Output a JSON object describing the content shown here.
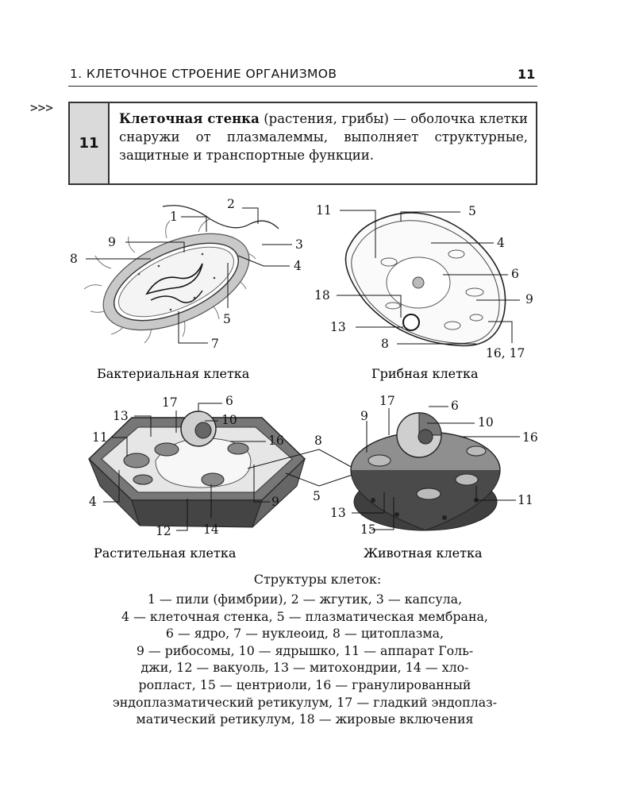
{
  "header": {
    "title": "1. КЛЕТОЧНОЕ СТРОЕНИЕ ОРГАНИЗМОВ",
    "page": "11"
  },
  "marker": ">>>",
  "definition": {
    "number": "11",
    "term": "Клеточная стенка",
    "text": " (растения, грибы) — оболочка клетки снаружи от плазмалеммы, выполняет структурные, защитные и транспортные функции."
  },
  "captions": {
    "bacterial": "Бактериальная клетка",
    "fungal": "Грибная клетка",
    "plant": "Растительная клетка",
    "animal": "Животная клетка"
  },
  "labels": {
    "bacterial": [
      "1",
      "2",
      "3",
      "4",
      "5",
      "7",
      "8",
      "9"
    ],
    "fungal": [
      "11",
      "5",
      "4",
      "6",
      "9",
      "18",
      "13",
      "8",
      "16, 17"
    ],
    "plant": [
      "17",
      "6",
      "10",
      "13",
      "11",
      "16",
      "4",
      "9",
      "12",
      "14",
      "8",
      "5"
    ],
    "animal": [
      "9",
      "17",
      "6",
      "10",
      "16",
      "11",
      "13",
      "15"
    ]
  },
  "legend": {
    "title": "Структуры клеток:",
    "lines": [
      "1 — пили (фимбрии), 2 — жгутик, 3 — капсула,",
      "4 — клеточная стенка, 5 — плазматическая мембрана,",
      "6 — ядро, 7 — нуклеоид, 8 — цитоплазма,",
      "9 — рибосомы, 10 — ядрышко, 11 — аппарат Голь-",
      "джи, 12 — вакуоль, 13 — митохондрии, 14 — хло-",
      "ропласт, 15 — центриоли, 16 — гранулированный",
      "эндоплазматический ретикулум, 17 — гладкий эндоплаз-",
      "матический ретикулум, 18 — жировые включения"
    ]
  }
}
